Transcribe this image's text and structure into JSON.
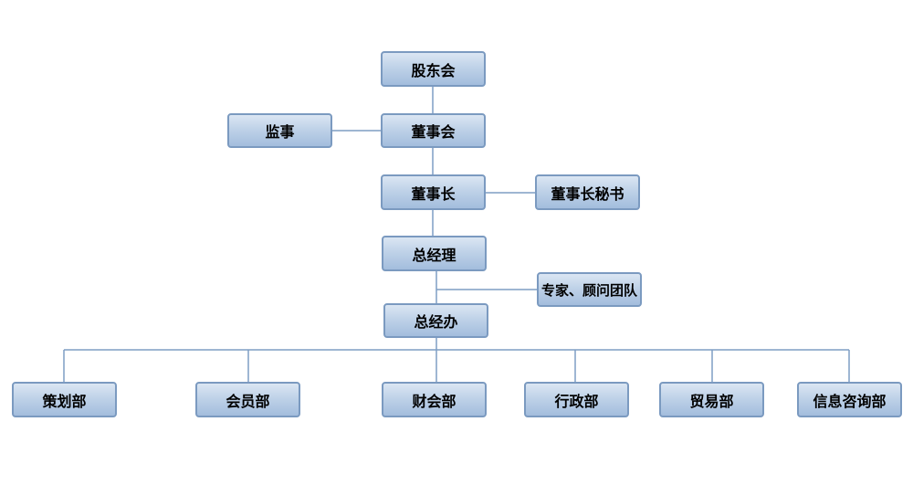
{
  "org_chart": {
    "shareholders": "股东会",
    "supervisor": "监事",
    "board": "董事会",
    "chairman": "董事长",
    "chairman_secretary": "董事长秘书",
    "general_manager": "总经理",
    "experts_advisors": "专家、顾问团队",
    "general_office": "总经办",
    "departments": [
      "策划部",
      "会员部",
      "财会部",
      "行政部",
      "贸易部",
      "信息咨询部"
    ]
  },
  "colors": {
    "box_border": "#7b9ac0",
    "box_fill_top": "#dbe6f3",
    "box_fill_bottom": "#a3bddd",
    "connector": "#7e9ec4"
  }
}
